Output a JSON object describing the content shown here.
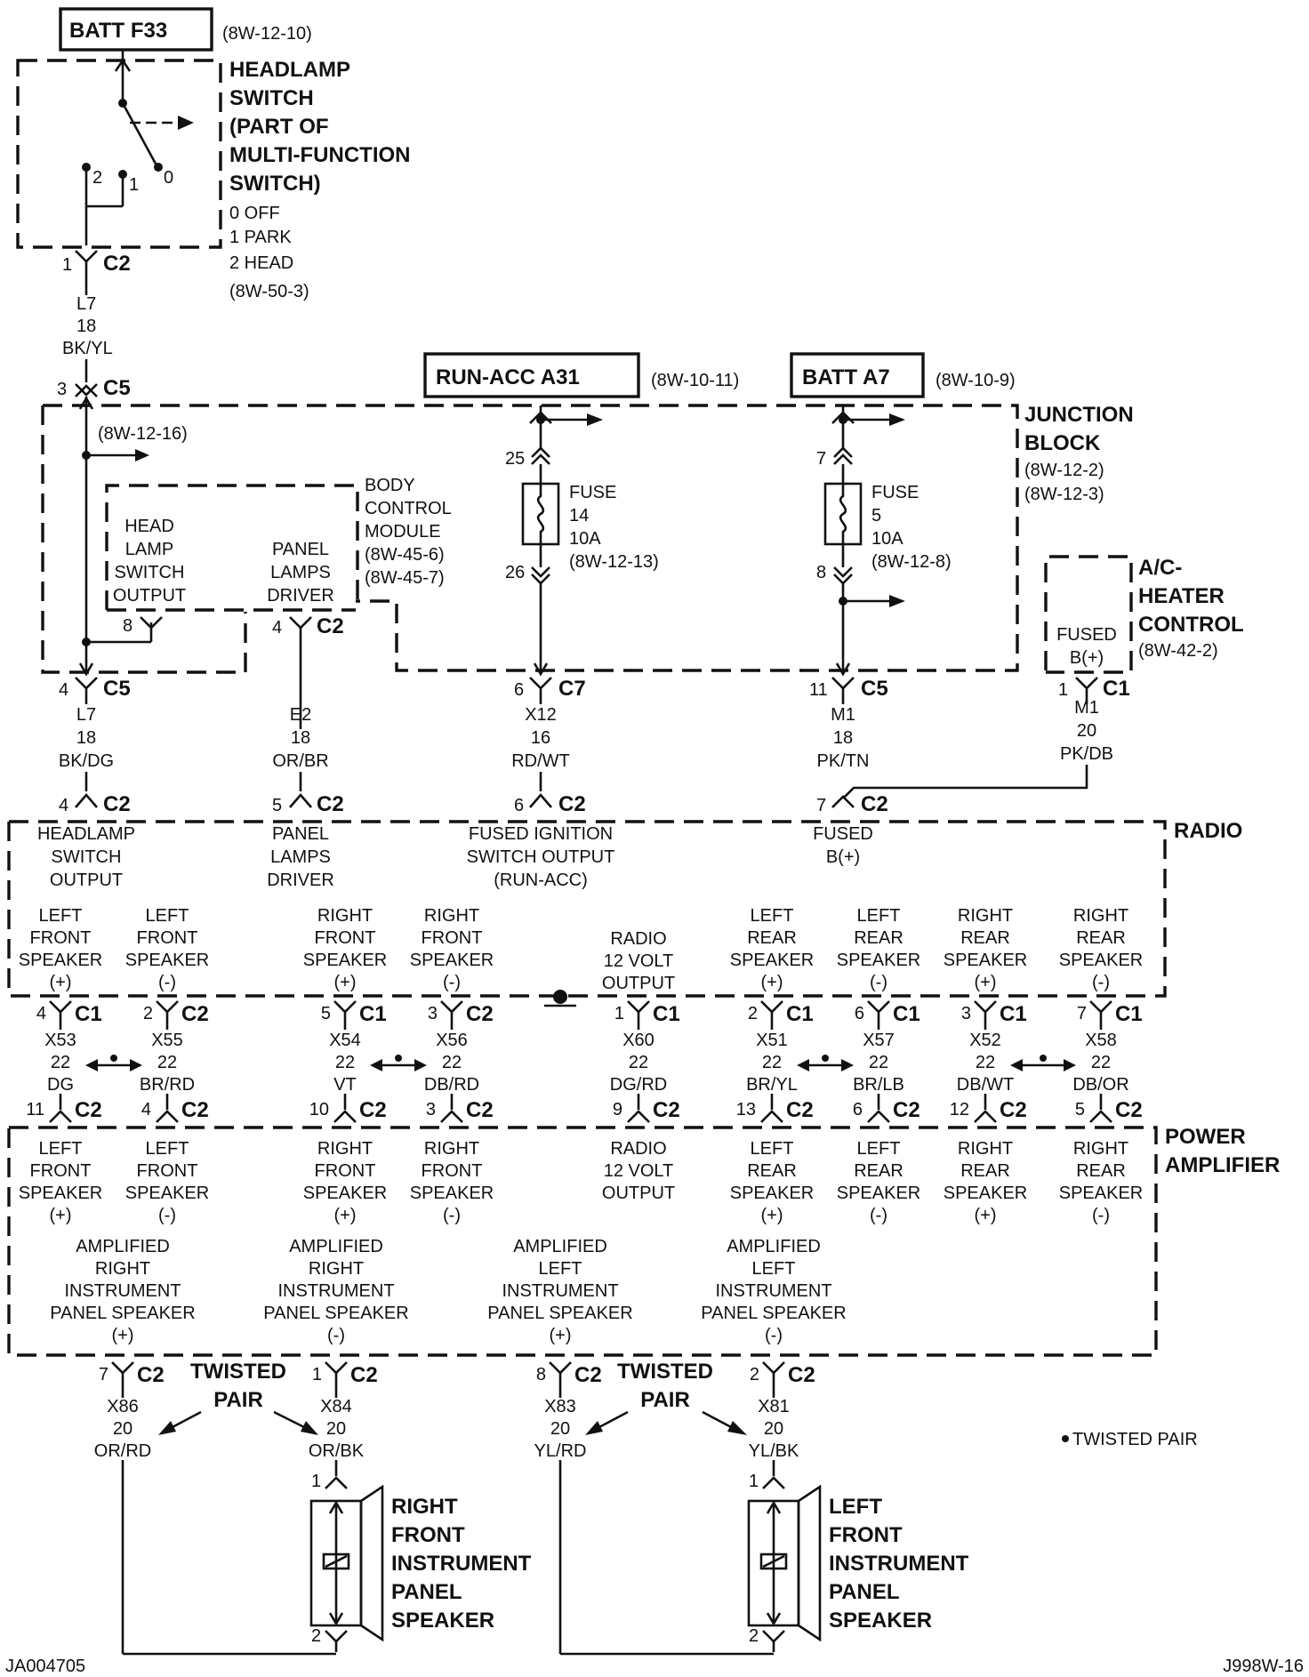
{
  "sources": {
    "batt_f33": "BATT F33",
    "batt_f33_ref": "(8W-12-10)",
    "run_acc": "RUN-ACC A31",
    "run_acc_ref": "(8W-10-11)",
    "batt_a7": "BATT A7",
    "batt_a7_ref": "(8W-10-9)"
  },
  "headlamp_switch": {
    "title": [
      "HEADLAMP",
      "SWITCH",
      "(PART OF",
      "MULTI-FUNCTION",
      "SWITCH)"
    ],
    "positions": [
      "0 OFF",
      "1 PARK",
      "2 HEAD"
    ],
    "ref": "(8W-50-3)",
    "contacts": [
      "2",
      "1",
      "0"
    ]
  },
  "junction_block": {
    "title": [
      "JUNCTION",
      "BLOCK"
    ],
    "refs": [
      "(8W-12-2)",
      "(8W-12-3)"
    ],
    "inner_ref": "(8W-12-16)",
    "fuse14": [
      "FUSE",
      "14",
      "10A",
      "(8W-12-13)"
    ],
    "fuse5": [
      "FUSE",
      "5",
      "10A",
      "(8W-12-8)"
    ],
    "fuse14_pins": [
      "25",
      "26"
    ],
    "fuse5_pins": [
      "7",
      "8"
    ]
  },
  "bcm": {
    "title": [
      "BODY",
      "CONTROL",
      "MODULE",
      "(8W-45-6)",
      "(8W-45-7)"
    ],
    "headlamp_output": [
      "HEAD",
      "LAMP",
      "SWITCH",
      "OUTPUT"
    ],
    "panel_driver": [
      "PANEL",
      "LAMPS",
      "DRIVER"
    ],
    "pin": "8"
  },
  "ac_heater": {
    "title": [
      "A/C-",
      "HEATER",
      "CONTROL"
    ],
    "ref": "(8W-42-2)",
    "label": [
      "FUSED",
      "B(+)"
    ]
  },
  "connectors": {
    "hs_c2": {
      "pin": "1",
      "name": "C2"
    },
    "jb_c5_top": {
      "pin": "3",
      "name": "C5"
    },
    "jb_c5_l": {
      "pin": "4",
      "name": "C5"
    },
    "bcm_c2": {
      "pin": "4",
      "name": "C2"
    },
    "jb_c7": {
      "pin": "6",
      "name": "C7"
    },
    "jb_c5_r": {
      "pin": "11",
      "name": "C5"
    },
    "ac_c1": {
      "pin": "1",
      "name": "C1"
    },
    "rad_4": {
      "pin": "4",
      "name": "C2"
    },
    "rad_5": {
      "pin": "5",
      "name": "C2"
    },
    "rad_6": {
      "pin": "6",
      "name": "C2"
    },
    "rad_7": {
      "pin": "7",
      "name": "C2"
    }
  },
  "wires": {
    "l7_top": [
      "L7",
      "18",
      "BK/YL"
    ],
    "l7": [
      "L7",
      "18",
      "BK/DG"
    ],
    "e2": [
      "E2",
      "18",
      "OR/BR"
    ],
    "x12": [
      "X12",
      "16",
      "RD/WT"
    ],
    "m1_18": [
      "M1",
      "18",
      "PK/TN"
    ],
    "m1_20": [
      "M1",
      "20",
      "PK/DB"
    ]
  },
  "radio": {
    "title": "RADIO",
    "inputs": [
      [
        "HEADLAMP",
        "SWITCH",
        "OUTPUT"
      ],
      [
        "PANEL",
        "LAMPS",
        "DRIVER"
      ],
      [
        "FUSED IGNITION",
        "SWITCH OUTPUT",
        "(RUN-ACC)"
      ],
      [
        "FUSED",
        "B(+)"
      ]
    ],
    "outputs": [
      [
        "LEFT",
        "FRONT",
        "SPEAKER",
        "(+)"
      ],
      [
        "LEFT",
        "FRONT",
        "SPEAKER",
        "(-)"
      ],
      [
        "RIGHT",
        "FRONT",
        "SPEAKER",
        "(+)"
      ],
      [
        "RIGHT",
        "FRONT",
        "SPEAKER",
        "(-)"
      ],
      [
        "RADIO",
        "12 VOLT",
        "OUTPUT"
      ],
      [
        "LEFT",
        "REAR",
        "SPEAKER",
        "(+)"
      ],
      [
        "LEFT",
        "REAR",
        "SPEAKER",
        "(-)"
      ],
      [
        "RIGHT",
        "REAR",
        "SPEAKER",
        "(+)"
      ],
      [
        "RIGHT",
        "REAR",
        "SPEAKER",
        "(-)"
      ]
    ]
  },
  "speaker_lines": [
    {
      "rp": "4",
      "rc": "C1",
      "wire": [
        "X53",
        "22",
        "DG"
      ],
      "ap": "11",
      "ac": "C2"
    },
    {
      "rp": "2",
      "rc": "C2",
      "wire": [
        "X55",
        "22",
        "BR/RD"
      ],
      "ap": "4",
      "ac": "C2"
    },
    {
      "rp": "5",
      "rc": "C1",
      "wire": [
        "X54",
        "22",
        "VT"
      ],
      "ap": "10",
      "ac": "C2"
    },
    {
      "rp": "3",
      "rc": "C2",
      "wire": [
        "X56",
        "22",
        "DB/RD"
      ],
      "ap": "3",
      "ac": "C2"
    },
    {
      "rp": "1",
      "rc": "C1",
      "wire": [
        "X60",
        "22",
        "DG/RD"
      ],
      "ap": "9",
      "ac": "C2"
    },
    {
      "rp": "2",
      "rc": "C1",
      "wire": [
        "X51",
        "22",
        "BR/YL"
      ],
      "ap": "13",
      "ac": "C2"
    },
    {
      "rp": "6",
      "rc": "C1",
      "wire": [
        "X57",
        "22",
        "BR/LB"
      ],
      "ap": "6",
      "ac": "C2"
    },
    {
      "rp": "3",
      "rc": "C1",
      "wire": [
        "X52",
        "22",
        "DB/WT"
      ],
      "ap": "12",
      "ac": "C2"
    },
    {
      "rp": "7",
      "rc": "C1",
      "wire": [
        "X58",
        "22",
        "DB/OR"
      ],
      "ap": "5",
      "ac": "C2"
    }
  ],
  "power_amplifier": {
    "title": [
      "POWER",
      "AMPLIFIER"
    ],
    "inputs": [
      [
        "LEFT",
        "FRONT",
        "SPEAKER",
        "(+)"
      ],
      [
        "LEFT",
        "FRONT",
        "SPEAKER",
        "(-)"
      ],
      [
        "RIGHT",
        "FRONT",
        "SPEAKER",
        "(+)"
      ],
      [
        "RIGHT",
        "FRONT",
        "SPEAKER",
        "(-)"
      ],
      [
        "RADIO",
        "12 VOLT",
        "OUTPUT"
      ],
      [
        "LEFT",
        "REAR",
        "SPEAKER",
        "(+)"
      ],
      [
        "LEFT",
        "REAR",
        "SPEAKER",
        "(-)"
      ],
      [
        "RIGHT",
        "REAR",
        "SPEAKER",
        "(+)"
      ],
      [
        "RIGHT",
        "REAR",
        "SPEAKER",
        "(-)"
      ]
    ],
    "outputs": [
      [
        "AMPLIFIED",
        "RIGHT",
        "INSTRUMENT",
        "PANEL SPEAKER",
        "(+)"
      ],
      [
        "AMPLIFIED",
        "RIGHT",
        "INSTRUMENT",
        "PANEL SPEAKER",
        "(-)"
      ],
      [
        "AMPLIFIED",
        "LEFT",
        "INSTRUMENT",
        "PANEL SPEAKER",
        "(+)"
      ],
      [
        "AMPLIFIED",
        "LEFT",
        "INSTRUMENT",
        "PANEL SPEAKER",
        "(-)"
      ]
    ]
  },
  "amp_out_lines": [
    {
      "pin": "7",
      "conn": "C2",
      "wire": [
        "X86",
        "20",
        "OR/RD"
      ]
    },
    {
      "pin": "1",
      "conn": "C2",
      "wire": [
        "X84",
        "20",
        "OR/BK"
      ]
    },
    {
      "pin": "8",
      "conn": "C2",
      "wire": [
        "X83",
        "20",
        "YL/RD"
      ]
    },
    {
      "pin": "2",
      "conn": "C2",
      "wire": [
        "X81",
        "20",
        "YL/BK"
      ]
    }
  ],
  "twisted_pair": [
    "TWISTED",
    "PAIR"
  ],
  "legend": "TWISTED PAIR",
  "speakers": {
    "right": [
      "RIGHT",
      "FRONT",
      "INSTRUMENT",
      "PANEL",
      "SPEAKER"
    ],
    "left": [
      "LEFT",
      "FRONT",
      "INSTRUMENT",
      "PANEL",
      "SPEAKER"
    ],
    "pins": [
      "1",
      "2"
    ]
  },
  "footer": {
    "left": "JA004705",
    "right": "J998W-16"
  }
}
